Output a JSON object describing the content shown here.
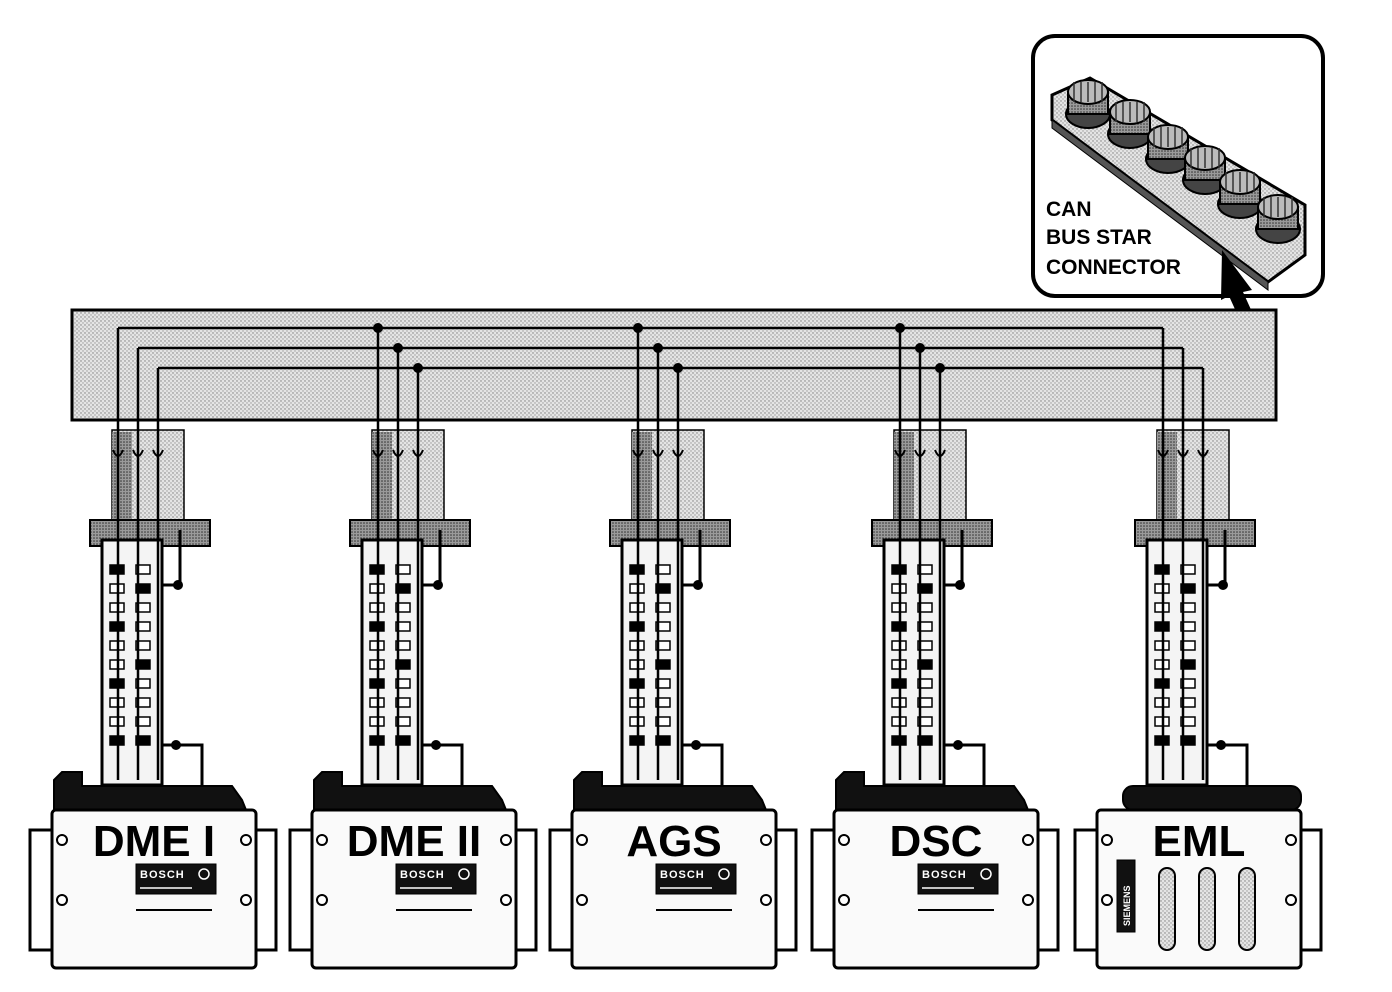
{
  "connector_callout": {
    "lines": [
      "CAN",
      "BUS STAR",
      "CONNECTOR"
    ]
  },
  "modules": [
    {
      "id": "dme1",
      "label": "DME I",
      "brand": "BOSCH",
      "type": "bosch-ecu"
    },
    {
      "id": "dme2",
      "label": "DME II",
      "brand": "BOSCH",
      "type": "bosch-ecu"
    },
    {
      "id": "ags",
      "label": "AGS",
      "brand": "BOSCH",
      "type": "bosch-ecu"
    },
    {
      "id": "dsc",
      "label": "DSC",
      "brand": "BOSCH",
      "type": "bosch-ecu"
    },
    {
      "id": "eml",
      "label": "EML",
      "brand": "SIEMENS",
      "type": "siemens-ecu"
    }
  ],
  "colors": {
    "line": "#000000",
    "shade": "#d9d9d9",
    "dark_shade": "#8a8a8a",
    "background": "#ffffff"
  }
}
